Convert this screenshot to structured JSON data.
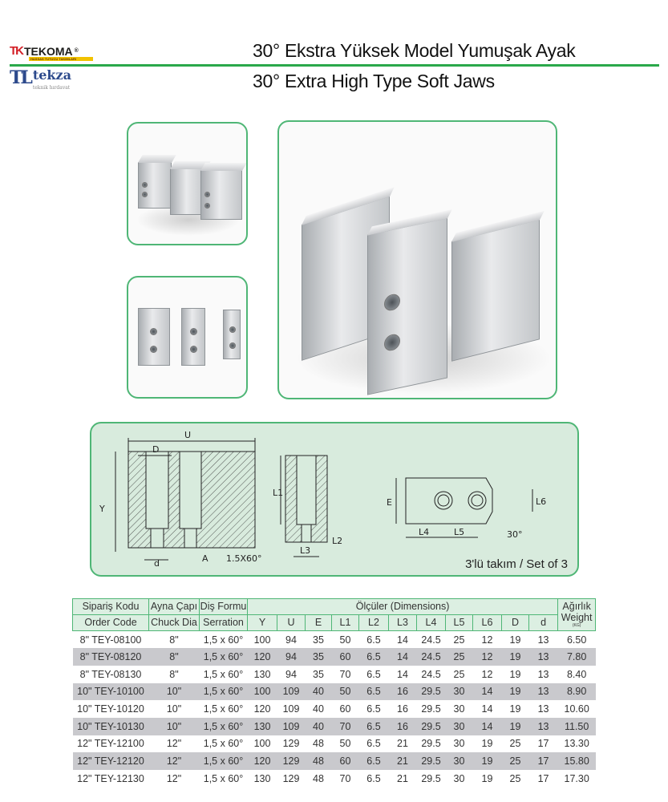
{
  "header": {
    "logo1": {
      "mark": "TK",
      "name": "TEKOMA",
      "reg": "®",
      "tagline": "HASSAS TUTUCU TAKIMLARI"
    },
    "logo2": {
      "mark": "TL",
      "name": "tekza",
      "tagline": "teknik hırdavat"
    },
    "title_tr": "30° Ekstra Yüksek Model Yumuşak Ayak",
    "title_en": "30° Extra High Type Soft Jaws"
  },
  "diagram": {
    "labels": {
      "U": "U",
      "D": "D",
      "Y": "Y",
      "d": "d",
      "A": "A",
      "serration": "1.5X60°",
      "L1": "L1",
      "L2": "L2",
      "L3": "L3",
      "E": "E",
      "L4": "L4",
      "L5": "L5",
      "L6": "L6",
      "angle": "30°"
    },
    "set_label": "3'lü takım /  Set of 3"
  },
  "table": {
    "headers": {
      "order_tr": "Sipariş Kodu",
      "order_en": "Order Code",
      "chuck_tr": "Ayna Çapı",
      "chuck_en": "Chuck Dia",
      "serr_tr": "Diş Formu",
      "serr_en": "Serration",
      "dims": "Ölçüler (Dimensions)",
      "weight_tr": "Ağırlık",
      "weight_en": "Weight",
      "weight_unit": "(KG)"
    },
    "dim_cols": [
      "Y",
      "U",
      "E",
      "L1",
      "L2",
      "L3",
      "L4",
      "L5",
      "L6",
      "D",
      "d"
    ],
    "rows": [
      [
        "8\" TEY-08100",
        "8\"",
        "1,5 x 60°",
        "100",
        "94",
        "35",
        "50",
        "6.5",
        "14",
        "24.5",
        "25",
        "12",
        "19",
        "13",
        "6.50"
      ],
      [
        "8\" TEY-08120",
        "8\"",
        "1,5 x 60°",
        "120",
        "94",
        "35",
        "60",
        "6.5",
        "14",
        "24.5",
        "25",
        "12",
        "19",
        "13",
        "7.80"
      ],
      [
        "8\" TEY-08130",
        "8\"",
        "1,5 x 60°",
        "130",
        "94",
        "35",
        "70",
        "6.5",
        "14",
        "24.5",
        "25",
        "12",
        "19",
        "13",
        "8.40"
      ],
      [
        "10\" TEY-10100",
        "10\"",
        "1,5 x 60°",
        "100",
        "109",
        "40",
        "50",
        "6.5",
        "16",
        "29.5",
        "30",
        "14",
        "19",
        "13",
        "8.90"
      ],
      [
        "10\" TEY-10120",
        "10\"",
        "1,5 x 60°",
        "120",
        "109",
        "40",
        "60",
        "6.5",
        "16",
        "29.5",
        "30",
        "14",
        "19",
        "13",
        "10.60"
      ],
      [
        "10\" TEY-10130",
        "10\"",
        "1,5 x 60°",
        "130",
        "109",
        "40",
        "70",
        "6.5",
        "16",
        "29.5",
        "30",
        "14",
        "19",
        "13",
        "11.50"
      ],
      [
        "12\" TEY-12100",
        "12\"",
        "1,5 x 60°",
        "100",
        "129",
        "48",
        "50",
        "6.5",
        "21",
        "29.5",
        "30",
        "19",
        "25",
        "17",
        "13.30"
      ],
      [
        "12\" TEY-12120",
        "12\"",
        "1,5 x 60°",
        "120",
        "129",
        "48",
        "60",
        "6.5",
        "21",
        "29.5",
        "30",
        "19",
        "25",
        "17",
        "15.80"
      ],
      [
        "12\" TEY-12130",
        "12\"",
        "1,5 x 60°",
        "130",
        "129",
        "48",
        "70",
        "6.5",
        "21",
        "29.5",
        "30",
        "19",
        "25",
        "17",
        "17.30"
      ]
    ]
  },
  "colors": {
    "accent": "#2aa84a",
    "panel": "#d8ebdd",
    "row_alt": "#c9c9cd"
  }
}
